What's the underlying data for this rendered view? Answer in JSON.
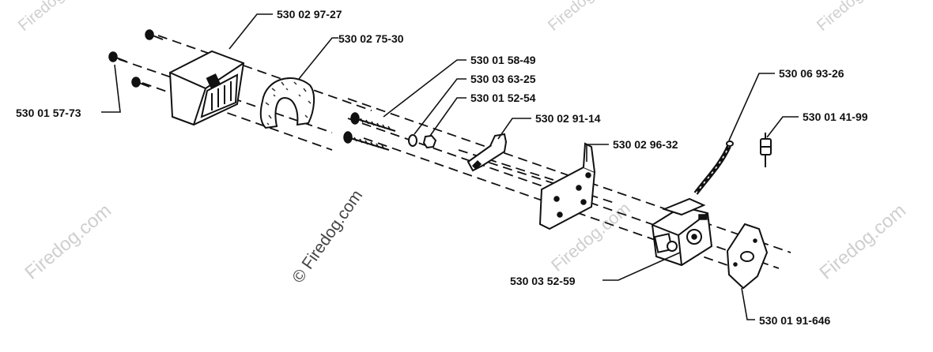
{
  "labels": {
    "air_filter_cover": "530 02 97-27",
    "air_filter": "530 02 75-30",
    "cover_screws": "530 01 57-73",
    "screw": "530 01 58-49",
    "washer": "530 03 63-25",
    "nut": "530 01 52-54",
    "choke_lever": "530 02 91-14",
    "filter_holder": "530 02 96-32",
    "fuel_line": "530 06 93-26",
    "fuel_filter": "530 01 41-99",
    "carburetor": "530 03 52-59",
    "gasket": "530 01 91-646"
  },
  "watermark": {
    "text": "Firedog.com",
    "main_text": "© Firedog.com"
  },
  "colors": {
    "line": "#111111",
    "watermark": "#cfcfcf",
    "watermark_main": "#444444"
  }
}
